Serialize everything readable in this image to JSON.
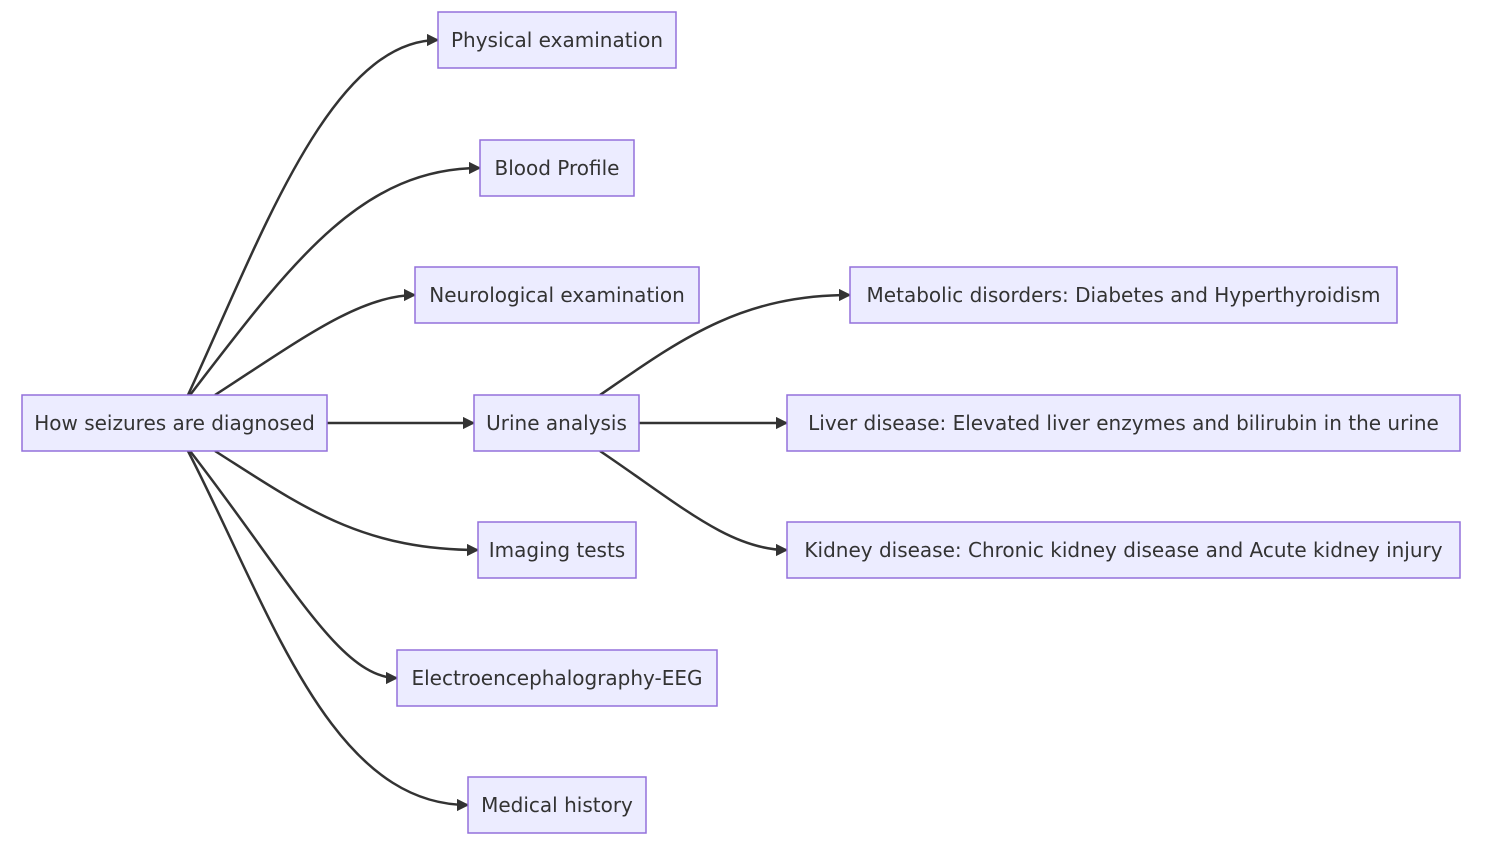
{
  "diagram": {
    "type": "flowchart",
    "direction": "left-to-right",
    "colors": {
      "node_fill": "#ECECFF",
      "node_stroke": "#9370DB",
      "edge": "#333333",
      "text": "#333333"
    },
    "nodes": [
      {
        "id": "root",
        "label": "How seizures are diagnosed"
      },
      {
        "id": "physical",
        "label": "Physical examination"
      },
      {
        "id": "blood",
        "label": "Blood Profile"
      },
      {
        "id": "neuro",
        "label": "Neurological examination"
      },
      {
        "id": "urine",
        "label": "Urine analysis"
      },
      {
        "id": "imaging",
        "label": "Imaging tests"
      },
      {
        "id": "eeg",
        "label": "Electroencephalography-EEG"
      },
      {
        "id": "history",
        "label": "Medical history"
      },
      {
        "id": "metabolic",
        "label": "Metabolic disorders: Diabetes and Hyperthyroidism"
      },
      {
        "id": "liver",
        "label": "Liver disease: Elevated liver enzymes and bilirubin in the urine"
      },
      {
        "id": "kidney",
        "label": "Kidney disease: Chronic kidney disease and Acute kidney injury"
      }
    ],
    "edges": [
      {
        "from": "root",
        "to": "physical"
      },
      {
        "from": "root",
        "to": "blood"
      },
      {
        "from": "root",
        "to": "neuro"
      },
      {
        "from": "root",
        "to": "urine"
      },
      {
        "from": "root",
        "to": "imaging"
      },
      {
        "from": "root",
        "to": "eeg"
      },
      {
        "from": "root",
        "to": "history"
      },
      {
        "from": "urine",
        "to": "metabolic"
      },
      {
        "from": "urine",
        "to": "liver"
      },
      {
        "from": "urine",
        "to": "kidney"
      }
    ]
  }
}
